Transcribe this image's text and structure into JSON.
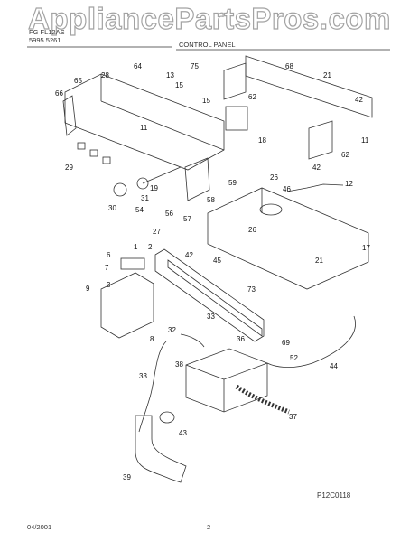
{
  "watermark": "AppliancePartsPros.com",
  "header": {
    "model_line": "FG         FL12AS",
    "part_line": "5995        5261",
    "section_title": "CONTROL PANEL"
  },
  "footer": {
    "date": "04/2001",
    "page": "2",
    "diagram_code": "P12C0118"
  },
  "callouts": [
    "65",
    "28",
    "64",
    "13",
    "75",
    "68",
    "21",
    "66",
    "15",
    "62",
    "42",
    "15",
    "11",
    "18",
    "11",
    "29",
    "59",
    "19",
    "26",
    "46",
    "12",
    "42",
    "31",
    "62",
    "30",
    "54",
    "58",
    "56",
    "57",
    "26",
    "27",
    "17",
    "6",
    "2",
    "1",
    "42",
    "45",
    "21",
    "7",
    "73",
    "9",
    "3",
    "33",
    "32",
    "8",
    "36",
    "69",
    "52",
    "33",
    "38",
    "44",
    "43",
    "37",
    "39"
  ],
  "colors": {
    "ink": "#333333",
    "watermark_stroke": "#9a9a9a"
  }
}
